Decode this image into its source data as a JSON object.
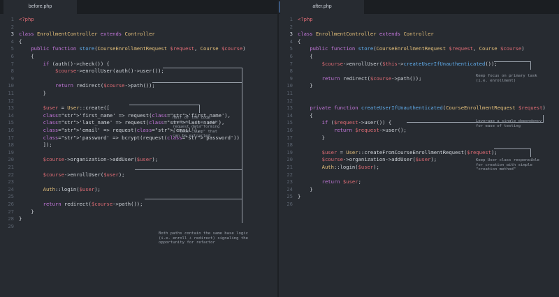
{
  "left": {
    "tab": "before.php",
    "lines": [
      "<?php",
      "",
      "class EnrollmentController extends Controller",
      "{",
      "    public function store(CourseEnrollmentRequest $request, Course $course)",
      "    {",
      "        if (auth()->check()) {",
      "            $course->enrollUser(auth()->user());",
      "",
      "            return redirect($course->path());",
      "        }",
      "",
      "        $user = User::create([",
      "        'first_name' => request('first_name'),",
      "        'last_name' => request('last_name'),",
      "        'email' => request('email'),",
      "        'password' => bcrypt(request('password'))",
      "        ]);",
      "",
      "        $course->organization->addUser($user);",
      "",
      "        $course->enrollUser($user);",
      "",
      "        Auth::login($user);",
      "",
      "        return redirect($course->path());",
      "    }",
      "}",
      ""
    ],
    "notes": [
      "Half of the code\ncreates a User with\nrequest data forming\na \"code clump\" that\ncan be extracted",
      "Both paths contain the same base logic\n(i.e. enroll + redirect) signaling the\nopportunity for refactor"
    ]
  },
  "right": {
    "tab": "after.php",
    "lines": [
      "<?php",
      "",
      "class EnrollmentController extends Controller",
      "{",
      "    public function store(CourseEnrollmentRequest $request, Course $course)",
      "    {",
      "        $course->enrollUser($this->createUserIfUnauthenticated());",
      "",
      "        return redirect($course->path());",
      "    }",
      "",
      "",
      "    private function createUserIfUnauthenticated(CourseEnrollmentRequest $request)",
      "    {",
      "        if ($request->user()) {",
      "            return $request->user();",
      "        }",
      "",
      "        $user = User::createFromCourseEnrollmentRequest($request);",
      "        $course->organization->addUser($user);",
      "        Auth::login($user);",
      "",
      "        return $user;",
      "    }",
      "}",
      ""
    ],
    "notes": [
      "Keep focus on primary task\n(i.e. enrollment)",
      "Leverage a single dependency\nfor ease of testing",
      "Keep User class responsible\nfor creation with simple\n\"creation method\""
    ]
  },
  "active_line": 3
}
